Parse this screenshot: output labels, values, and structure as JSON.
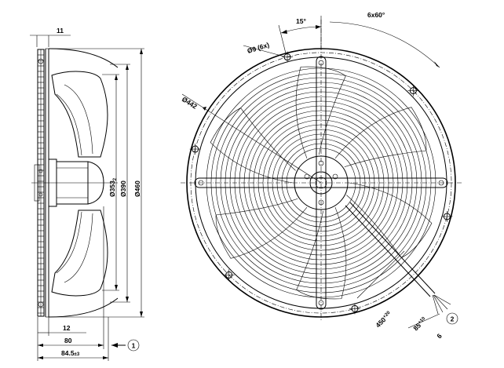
{
  "side_view": {
    "dim_top_width": "11",
    "dim_d353_base": "Ø353",
    "dim_d353_sub": "2",
    "dim_d390": "Ø390",
    "dim_d460": "Ø460",
    "dim_12": "12",
    "dim_80": "80",
    "dim_845_base": "84.5",
    "dim_845_tol": "±3",
    "callout_1": "1"
  },
  "front_view": {
    "angle_15": "15°",
    "angle_6x60": "6x60°",
    "hole_label": "Ø9 (6x)",
    "dim_d442": "Ø442",
    "cable_len_base": "450",
    "cable_len_tol": "+20",
    "strip_len_base": "85",
    "strip_len_tol": "+10",
    "strip_6": "6",
    "callout_2": "2"
  },
  "colors": {
    "line": "#000000",
    "background": "#ffffff"
  }
}
